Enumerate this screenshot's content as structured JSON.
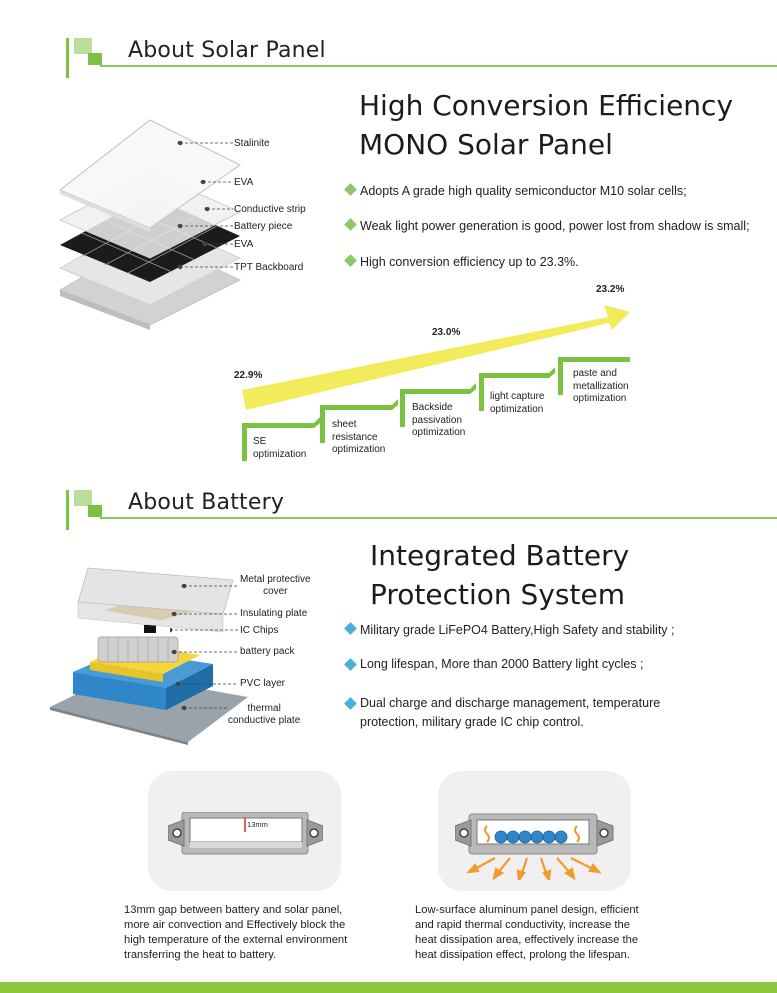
{
  "solar_section": {
    "heading": "About Solar Panel",
    "title_line1": "High Conversion Efficiency",
    "title_line2": "MONO Solar Panel",
    "layers": [
      "Stalinite",
      "EVA",
      "Conductive strip",
      "Battery piece",
      "EVA",
      "TPT Backboard"
    ],
    "bullets": [
      "Adopts A grade high quality semiconductor M10 solar cells;",
      "Weak light power generation is good, power lost from shadow is small;",
      "High conversion efficiency up to 23.3%."
    ],
    "efficiency_labels": [
      "22.9%",
      "23.0%",
      "23.2%"
    ],
    "steps": [
      [
        "SE",
        "optimization"
      ],
      [
        "sheet",
        "resistance",
        "optimization"
      ],
      [
        "Backside",
        "passivation",
        "optimization"
      ],
      [
        "light capture",
        "optimization"
      ],
      [
        "paste and",
        "metallization",
        "optimization"
      ]
    ]
  },
  "battery_section": {
    "heading": "About Battery",
    "title_line1": "Integrated Battery",
    "title_line2": "Protection System",
    "parts": [
      [
        "Metal protective",
        "cover"
      ],
      [
        "Insulating plate"
      ],
      [
        "IC Chips"
      ],
      [
        "battery pack"
      ],
      [
        "PVC layer"
      ],
      [
        "thermal",
        "conductive plate"
      ]
    ],
    "bullets": [
      "Military grade LiFePO4 Battery,High Safety and stability ;",
      "Long lifespan, More than 2000 Battery light cycles ;",
      "Dual charge and discharge management, temperature",
      "protection, military grade IC chip control."
    ],
    "gap_label": "13mm",
    "left_caption": [
      "13mm gap between battery and solar panel,",
      "more air convection and Effectively block the",
      "high temperature of the external environment",
      "transferring the heat to battery."
    ],
    "right_caption": [
      "Low-surface aluminum panel design, efficient",
      "and rapid thermal conductivity, increase the",
      "heat dissipation area, effectively increase the",
      "heat dissipation effect, prolong the lifespan."
    ]
  },
  "colors": {
    "accent_green": "#7cc242",
    "light_green": "#b9df9a",
    "arrow_yellow": "#f2ec5c",
    "diamond_blue": "#4ab0d8",
    "battery_blue": "#2f86c9",
    "battery_yellow": "#f5d53a",
    "footer_green": "#8cc63f"
  }
}
